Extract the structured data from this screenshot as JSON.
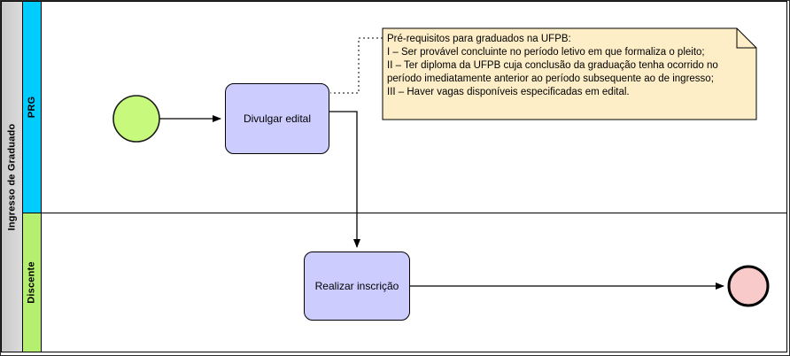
{
  "pool": {
    "title": "Ingresso de Graduado"
  },
  "lanes": [
    {
      "label": "PRG",
      "color": "#00ccff"
    },
    {
      "label": "Discente",
      "color": "#b5ef6f"
    }
  ],
  "nodes": {
    "start_event": {
      "type": "start-event",
      "fill": "#c6f97c",
      "stroke": "#1a1a1a"
    },
    "task_divulgar": {
      "label": "Divulgar edital",
      "fill": "#ccccff"
    },
    "task_realizar": {
      "label": "Realizar inscrição",
      "fill": "#ccccff"
    },
    "end_event": {
      "type": "end-event",
      "fill": "#f9caca",
      "stroke": "#000000"
    }
  },
  "annotation": {
    "text": "Pré-requisitos para graduados na UFPB:\nI – Ser provável concluinte no período letivo em que formaliza o pleito;\nII – Ter diploma da UFPB cuja conclusão da graduação tenha ocorrido no\nperíodo imediatamente anterior ao período subsequente ao de ingresso;\nIII – Haver vagas disponíveis especificadas em edital.",
    "fill": "#fdeec8"
  },
  "colors": {
    "pool_header": "#d4d4d4",
    "task_fill": "#ccccff",
    "line": "#000000"
  }
}
